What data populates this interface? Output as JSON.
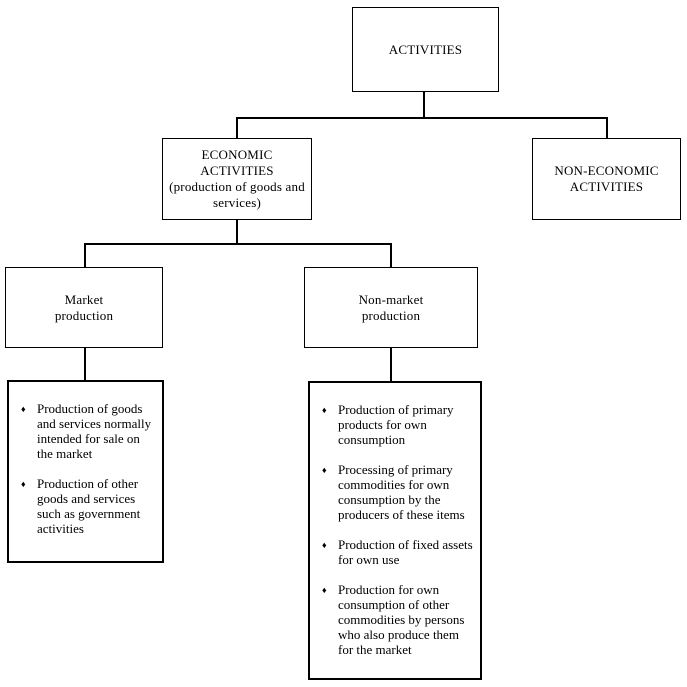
{
  "diagram": {
    "title": "Activities classification flowchart",
    "colors": {
      "background": "#ffffff",
      "line": "#000000",
      "text": "#000000"
    },
    "bullet_glyph": "♦",
    "nodes": {
      "activities": {
        "lines": [
          "ACTIVITIES"
        ]
      },
      "economic": {
        "lines": [
          "ECONOMIC",
          "ACTIVITIES",
          "(production of goods and",
          "services)"
        ]
      },
      "non_economic": {
        "lines": [
          "NON-ECONOMIC",
          "ACTIVITIES"
        ]
      },
      "market": {
        "lines": [
          "Market",
          "production"
        ]
      },
      "non_market": {
        "lines": [
          "Non-market",
          "production"
        ]
      }
    },
    "market_items": [
      "Production of goods and services normally intended for sale on the market",
      "Production of other goods and services such as government activities"
    ],
    "non_market_items": [
      "Production of primary products for own consumption",
      "Processing of primary commodities for own consumption by the producers of these items",
      "Production of fixed assets for own use",
      "Production for own consumption of other commodities by persons who also produce them for the market"
    ]
  }
}
